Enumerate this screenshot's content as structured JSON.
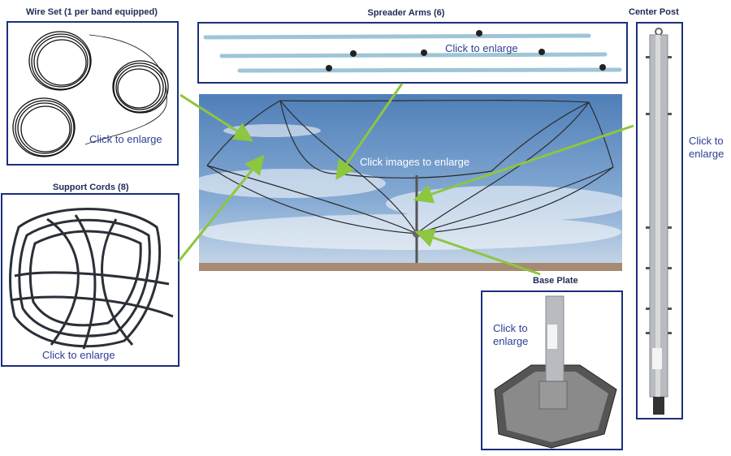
{
  "wire_set": {
    "title": "Wire Set (1 per band equipped)",
    "hint": "Click to enlarge"
  },
  "spreader_arms": {
    "title": "Spreader Arms (6)",
    "hint": "Click to enlarge"
  },
  "center_post": {
    "title": "Center Post",
    "hint": "Click to\nenlarge"
  },
  "support_cords": {
    "title": "Support Cords (8)",
    "hint": "Click to enlarge"
  },
  "main_photo": {
    "hint": "Click images to enlarge"
  },
  "base_plate": {
    "title": "Base Plate",
    "hint": "Click to\nenlarge"
  },
  "colors": {
    "frame": "#1a2f7a",
    "arrow": "#8dc63f",
    "hint_text": "#2b3f93",
    "sky": "#6f99c9"
  }
}
